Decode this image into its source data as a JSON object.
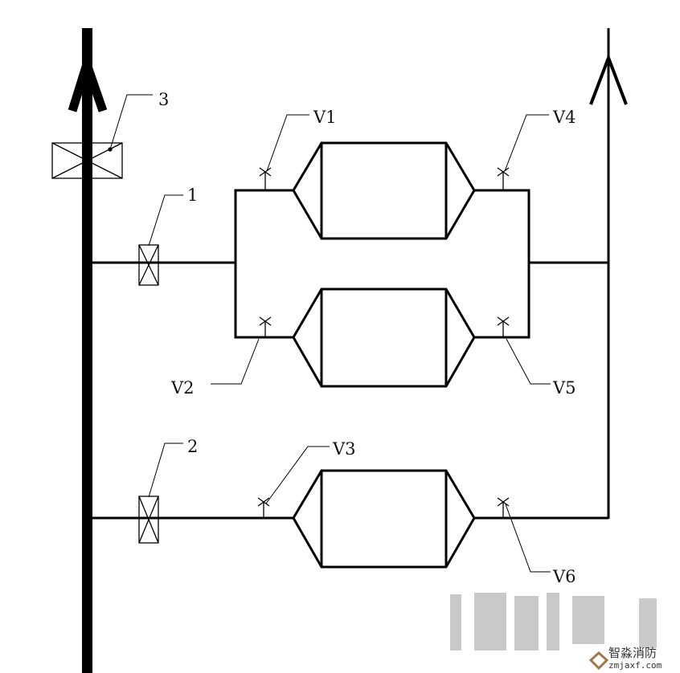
{
  "labels": {
    "damper_3": "3",
    "damper_1": "1",
    "damper_2": "2",
    "v1": "V1",
    "v2": "V2",
    "v3": "V3",
    "v4": "V4",
    "v5": "V5",
    "v6": "V6"
  },
  "watermark": {
    "name": "智淼消防",
    "site": "zmjaxf.com"
  }
}
